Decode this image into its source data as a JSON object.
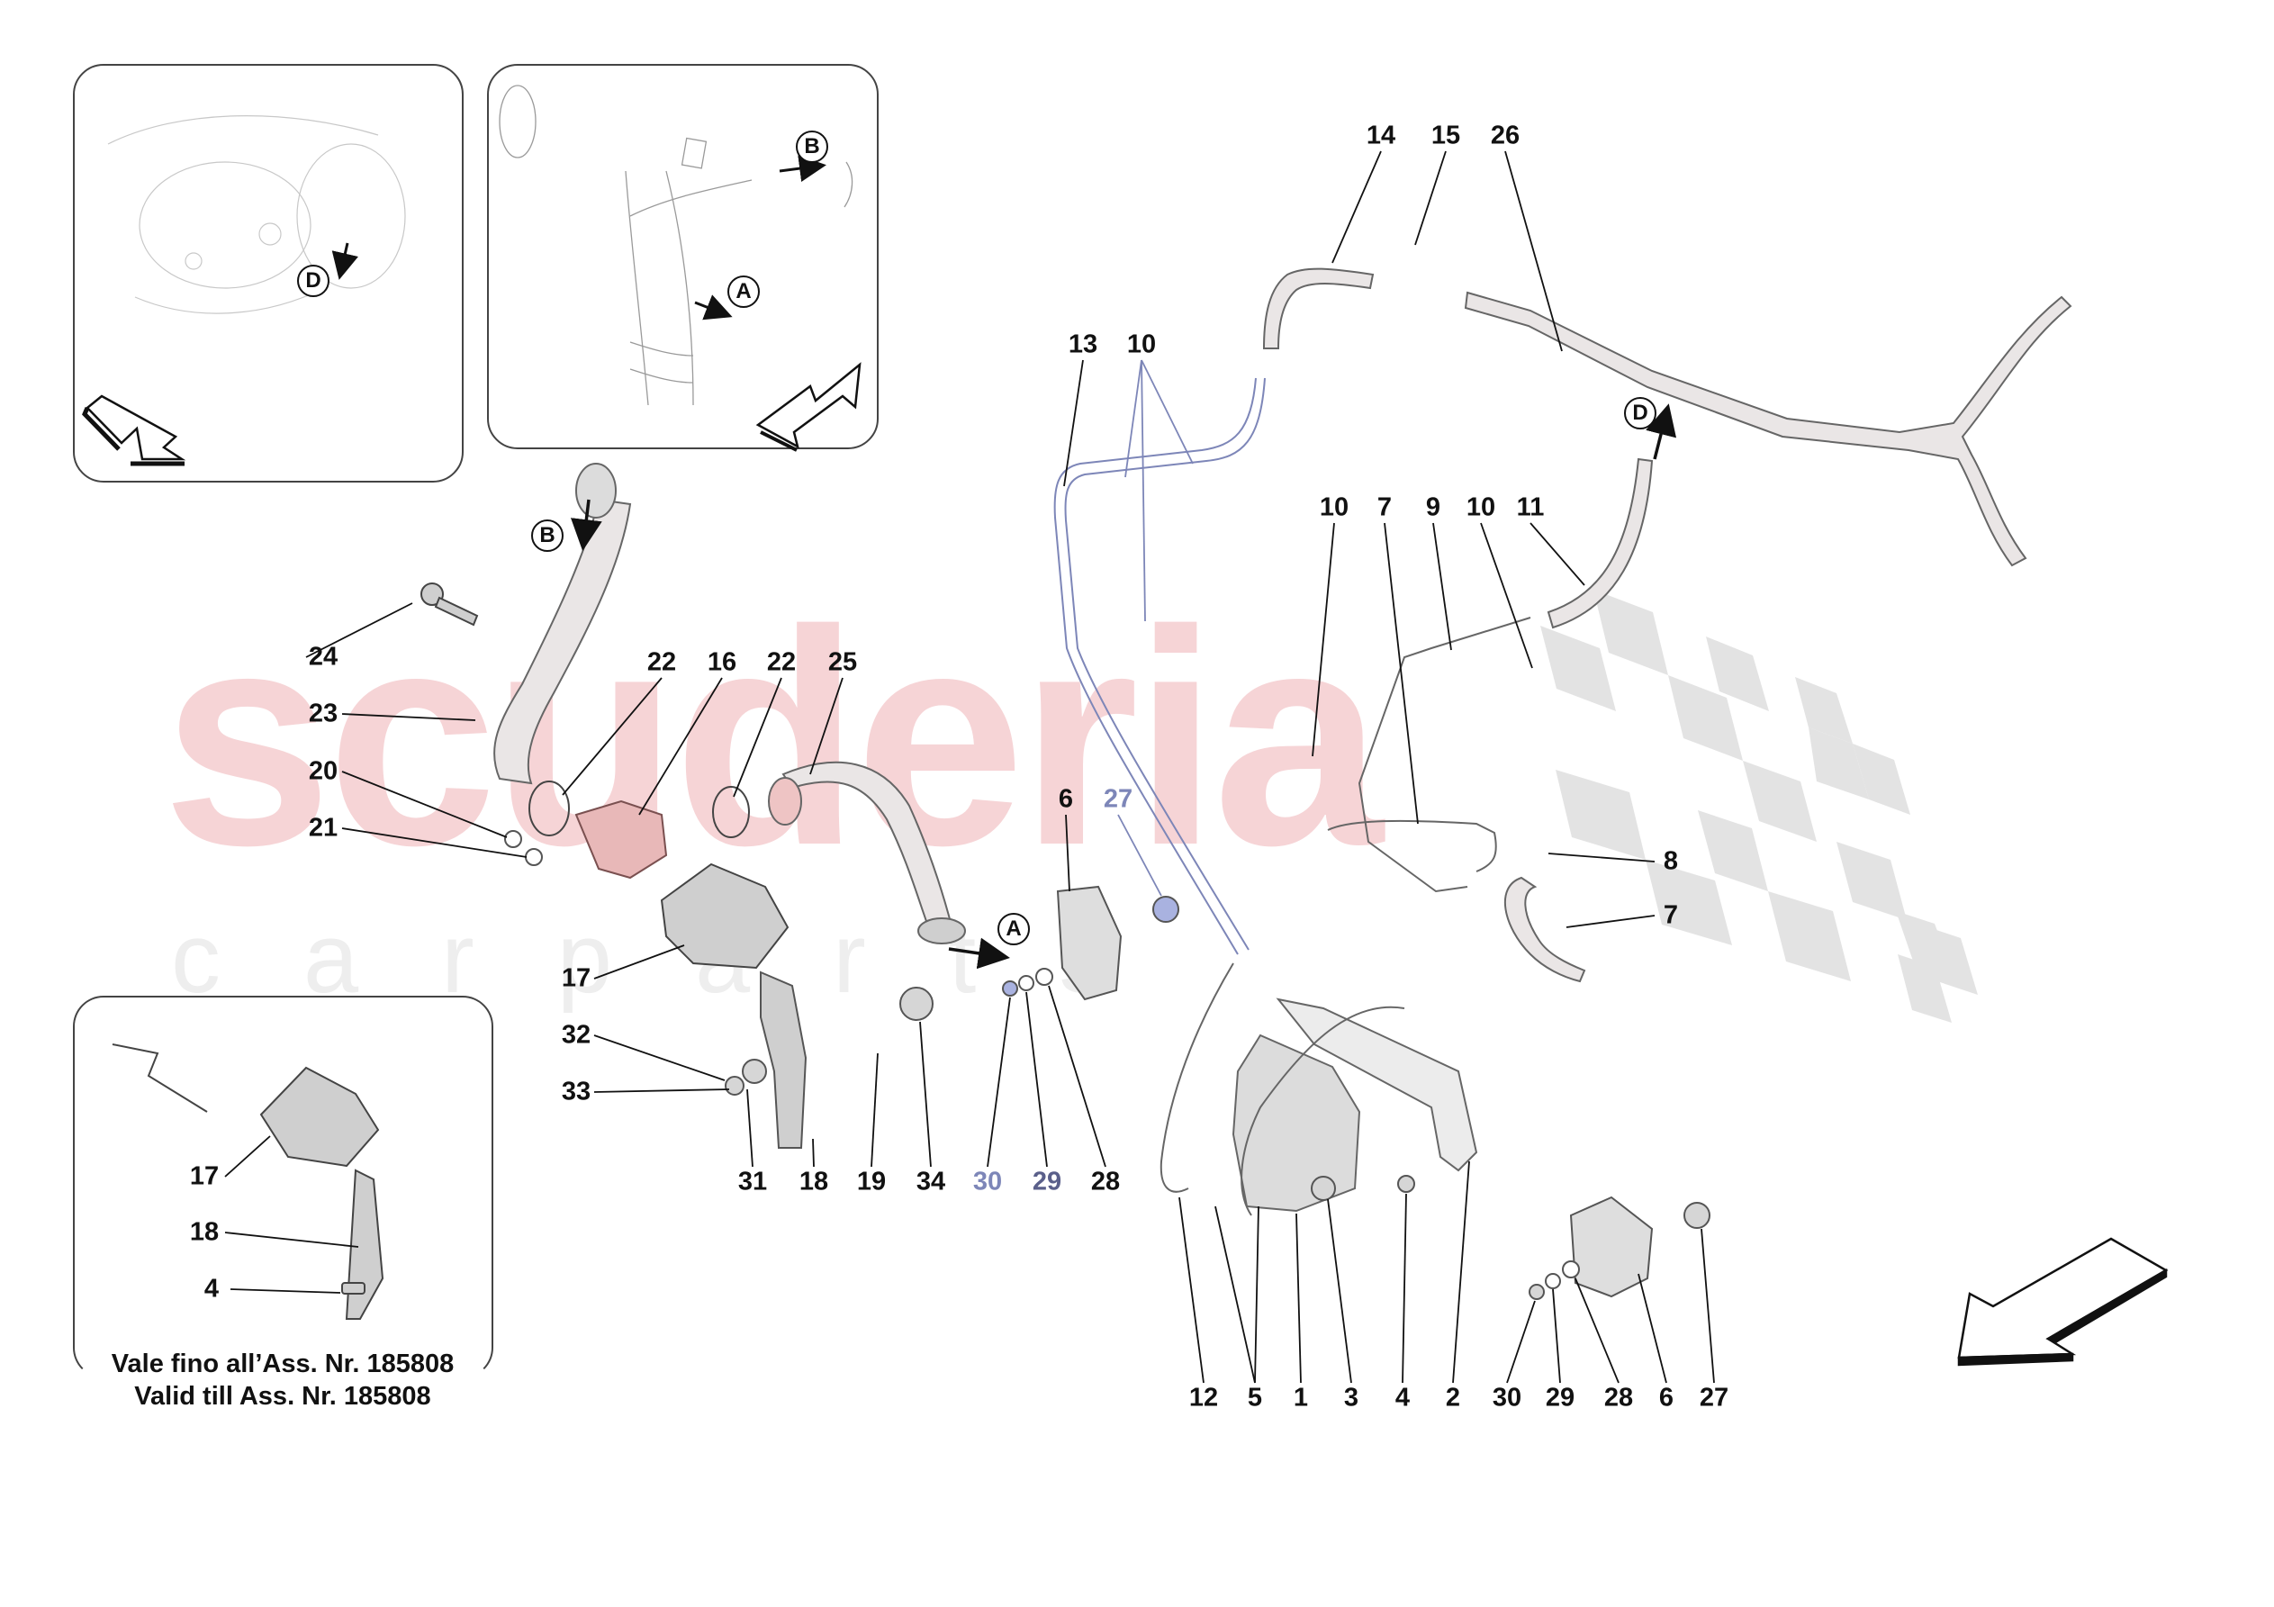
{
  "watermark": {
    "main": "scuderia",
    "sub": "carparts",
    "main_color": "#f6d4d6",
    "sub_color": "#eeeeee",
    "flag_color": "#e3e3e3"
  },
  "insets": {
    "top_left": {
      "ref_label": "D"
    },
    "top_middle": {
      "ref_labels": [
        "B",
        "A"
      ]
    },
    "bottom_left": {
      "labels": [
        "17",
        "18",
        "4"
      ],
      "caption_it": "Vale fino all’Ass. Nr. 185808",
      "caption_en": "Valid till Ass. Nr. 185808"
    }
  },
  "reference_markers": {
    "d_main": "D",
    "b_main": "B",
    "a_main": "A"
  },
  "callouts": {
    "top": [
      "14",
      "15",
      "26"
    ],
    "upper_left_cluster": [
      "13",
      "10"
    ],
    "middle_right_row": [
      "10",
      "7",
      "9",
      "10",
      "11"
    ],
    "right_side": [
      "8",
      "7"
    ],
    "left_column": [
      "24",
      "23",
      "20",
      "21"
    ],
    "left_top_row": [
      "22",
      "16",
      "22",
      "25"
    ],
    "mid": [
      "6",
      "27"
    ],
    "left_mid_column": [
      "17",
      "32",
      "33"
    ],
    "bottom_row_1": [
      "31",
      "18",
      "19",
      "34",
      "30",
      "29",
      "28"
    ],
    "bottom_row_2": [
      "12",
      "5",
      "1",
      "3",
      "4",
      "2",
      "30",
      "29",
      "28",
      "6",
      "27"
    ]
  },
  "colors": {
    "label_black": "#111111",
    "label_blue": "#7d86b8",
    "part_fill": "#e9e6e6",
    "part_stroke": "#555555",
    "highlight_pink": "#e8b8b8",
    "highlight_blue": "#a9b2e0"
  }
}
